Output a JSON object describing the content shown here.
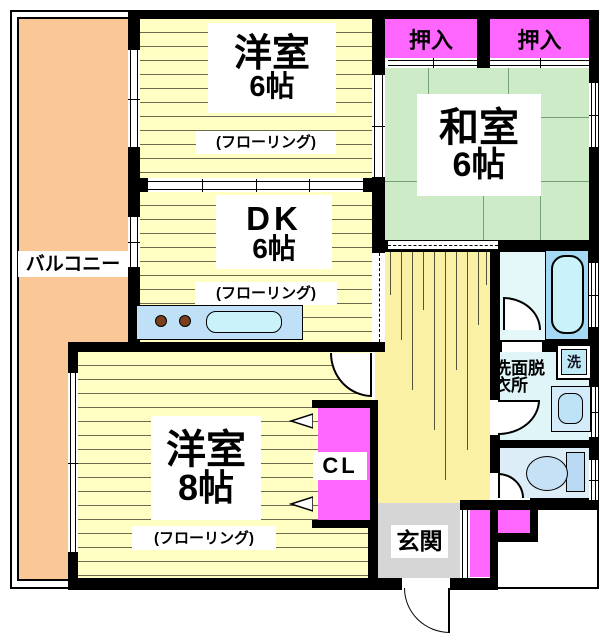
{
  "rooms": {
    "balcony": {
      "label": "バルコニー"
    },
    "western6": {
      "name": "洋室",
      "size": "6帖",
      "note": "(フローリング)"
    },
    "dk": {
      "name": "DK",
      "size": "6帖",
      "note": "(フローリング)"
    },
    "japanese": {
      "name": "和室",
      "size": "6帖"
    },
    "western8": {
      "name": "洋室",
      "size": "8帖",
      "note": "(フローリング)"
    },
    "oshiire_left": {
      "label": "押入"
    },
    "oshiire_right": {
      "label": "押入"
    },
    "closet": {
      "label": "CL"
    },
    "entrance": {
      "label": "玄関"
    },
    "washroom": {
      "label_line1": "洗面脱",
      "label_line2": "衣所"
    },
    "laundry": {
      "label": "洗"
    }
  },
  "colors": {
    "room_yellow": "#FFFFC4",
    "hall_yellow": "#FAF1A4",
    "tatami_green": "#CDEBC6",
    "closet_magenta": "#FF66FF",
    "balcony_orange": "#FAC896",
    "entrance_gray": "#D6D6D6",
    "bath_cyan": "#E4F7F9",
    "wall_black": "#000000"
  }
}
